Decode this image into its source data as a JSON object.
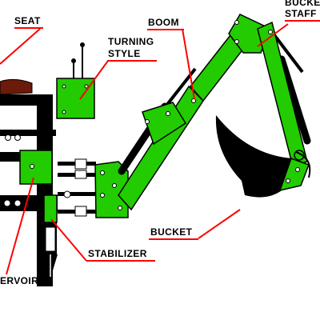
{
  "colors": {
    "machine_green": "#22cc00",
    "outline": "#000000",
    "label_line": "#ff0000",
    "seat_brown": "#6b1a0c",
    "bucket_black": "#000000",
    "background": "#ffffff"
  },
  "labels": {
    "seat": "SEAT",
    "boom": "BOOM",
    "bucket_staff": [
      "BUCKET",
      "STAFF"
    ],
    "turning_style": [
      "TURNING",
      "STYLE"
    ],
    "bucket": "BUCKET",
    "stabilizer": "STABILIZER",
    "reservoir": "ERVOIR"
  }
}
